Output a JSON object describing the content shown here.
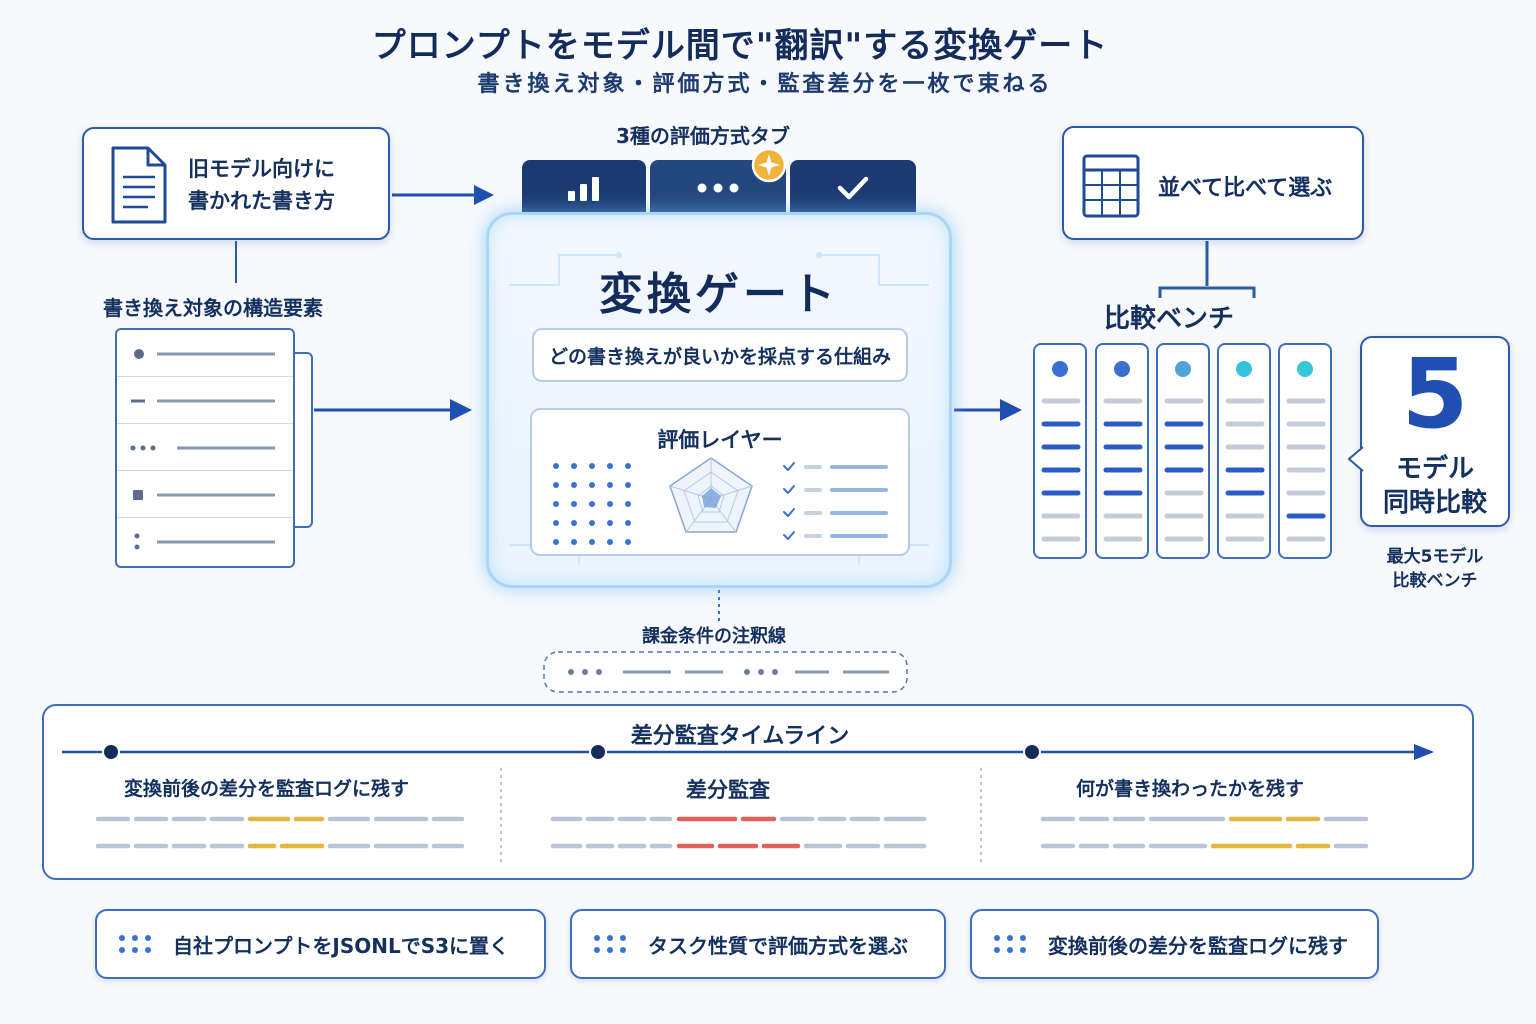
{
  "header": {
    "title": "プロンプトをモデル間で\"翻訳\"する変換ゲート",
    "subtitle": "書き換え対象・評価方式・監査差分を一枚で束ねる"
  },
  "source": {
    "doc_line1": "旧モデル向けに",
    "doc_line2": "書かれた書き方",
    "structure_label": "書き換え対象の構造要素"
  },
  "gate": {
    "tabs_label": "3種の評価方式タブ",
    "title": "変換ゲート",
    "subtitle": "どの書き換えが良いかを採点する仕組み",
    "eval_layer_label": "評価レイヤー",
    "annotation_label": "課金条件の注釈線"
  },
  "bench": {
    "compare_text": "並べて比べて選ぶ",
    "bench_label": "比較ベンチ",
    "big_number": "5",
    "big_line1": "モデル",
    "big_line2": "同時比較",
    "caption_line1": "最大5モデル",
    "caption_line2": "比較ベンチ",
    "dot_colors": [
      "#3a6fd0",
      "#3a6fd0",
      "#4fa3d9",
      "#35c3dc",
      "#35c8d8"
    ]
  },
  "timeline": {
    "title": "差分監査タイムライン",
    "stages": [
      {
        "label": "変換前後の差分を監査ログに残す"
      },
      {
        "label": "差分監査"
      },
      {
        "label": "何が書き換わったかを残す"
      }
    ]
  },
  "footer": {
    "pills": [
      {
        "label": "自社プロンプトをJSONLでS3に置く"
      },
      {
        "label": "タスク性質で評価方式を選ぶ"
      },
      {
        "label": "変換前後の差分を監査ログに残す"
      }
    ]
  },
  "colors": {
    "navy": "#142c5c",
    "accent_blue": "#2c5aa8",
    "highlight_yellow": "#e6b53d",
    "highlight_red": "#e0605a",
    "neutral_line": "#b9c4d6"
  }
}
